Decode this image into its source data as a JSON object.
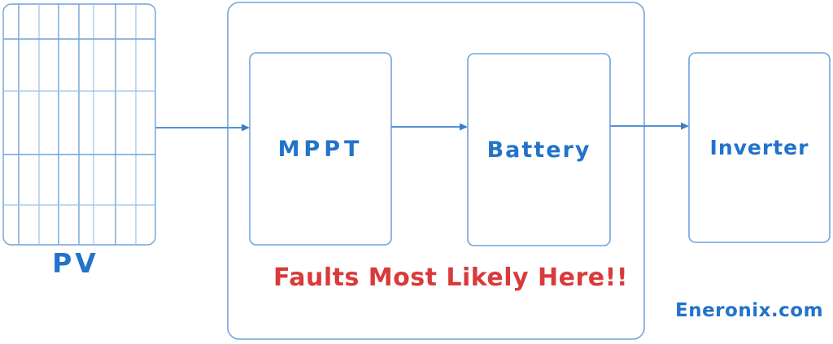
{
  "diagram": {
    "title_hint": "Solar PV system fault-location block diagram",
    "nodes": [
      {
        "id": "pv",
        "label": "PV"
      },
      {
        "id": "mppt",
        "label": "MPPT"
      },
      {
        "id": "battery",
        "label": "Battery"
      },
      {
        "id": "inverter",
        "label": "Inverter"
      }
    ],
    "edges": [
      {
        "from": "pv",
        "to": "mppt"
      },
      {
        "from": "mppt",
        "to": "battery"
      },
      {
        "from": "battery",
        "to": "inverter"
      }
    ],
    "annotation": {
      "text": "Faults Most Likely Here!!"
    },
    "brand": {
      "text": "Eneronix.com"
    }
  },
  "colors": {
    "stroke": "#6fa3dc",
    "stroke_light": "#9dc0e6",
    "arrow": "#5593d6",
    "arrow_head": "#3d7fc6",
    "text_blue": "#2273c9",
    "annotation_red": "#d93a3a",
    "background": "#ffffff"
  }
}
